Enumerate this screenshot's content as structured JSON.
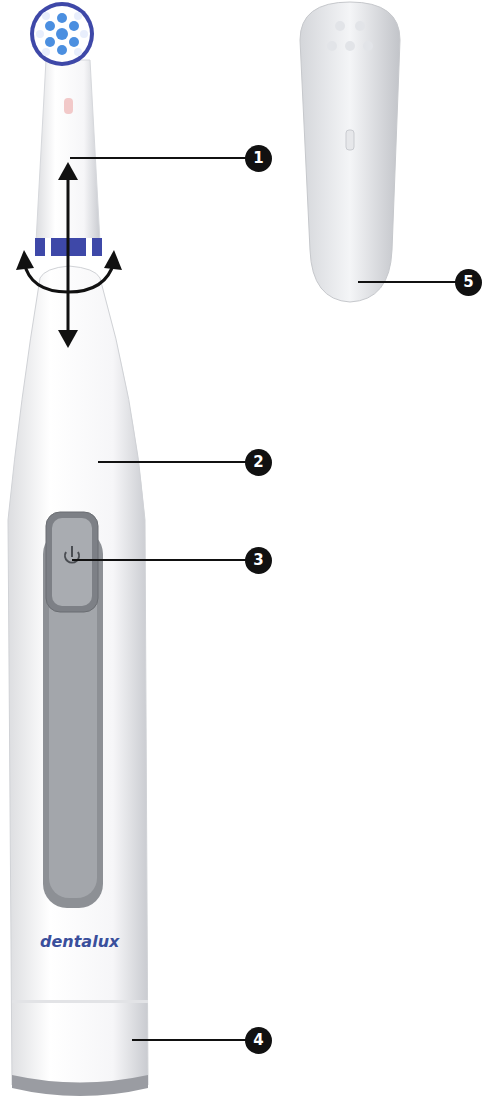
{
  "diagram": {
    "labels": [
      "1",
      "5",
      "2",
      "3",
      "dentalux",
      "4"
    ]
  }
}
